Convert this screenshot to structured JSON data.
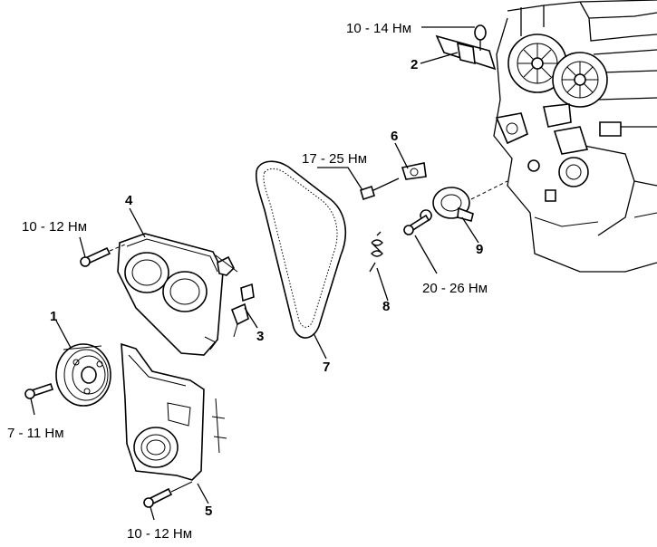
{
  "callouts": {
    "n1": "1",
    "n2": "2",
    "n3": "3",
    "n4": "4",
    "n5": "5",
    "n6": "6",
    "n7": "7",
    "n8": "8",
    "n9": "9"
  },
  "torques": {
    "t_top": "10 - 14 Нм",
    "t_tension_bracket": "17 - 25 Нм",
    "t_upper_cover": "10 - 12 Нм",
    "t_tensioner": "20 - 26 Нм",
    "t_pulley": "7 - 11 Нм",
    "t_lower_cover": "10 - 12 Нм"
  }
}
